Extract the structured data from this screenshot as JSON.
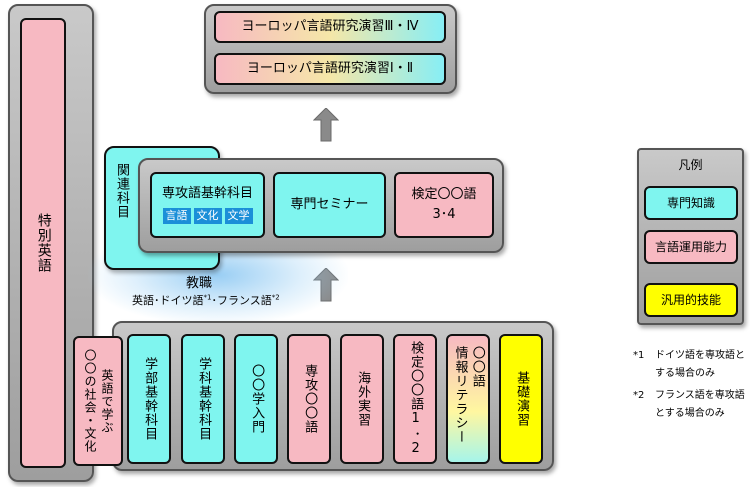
{
  "special_english": "特別英語",
  "top": {
    "row1": "ヨーロッパ言語研究演習Ⅲ・Ⅳ",
    "row2": "ヨーロッパ言語研究演習Ⅰ・Ⅱ"
  },
  "related": "関連科目",
  "middle": {
    "specialty_foundation": "専攻語基幹科目",
    "tags": [
      "言語",
      "文化",
      "文学"
    ],
    "seminar": "専門セミナー",
    "exam_line1": "検定〇〇語",
    "exam_line2": "3･4"
  },
  "teaching": {
    "title": "教職",
    "langs": "英語･ドイツ語",
    "sup1": "*1",
    "langs2": "･フランス語",
    "sup2": "*2"
  },
  "bottom": {
    "english_society": [
      "英語で学ぶ",
      "〇〇の社会・文化"
    ],
    "items": [
      {
        "label": "学部基幹科目",
        "color": "cyan"
      },
      {
        "label": "学科基幹科目",
        "color": "cyan"
      },
      {
        "label": "〇〇学入門",
        "color": "cyan"
      },
      {
        "label": "専攻〇〇語",
        "color": "pink"
      },
      {
        "label": "海外実習",
        "color": "pink"
      },
      {
        "label": "検定〇〇語1･2",
        "color": "pink"
      },
      {
        "label_lines": [
          "〇〇語",
          "情報リテラシー"
        ],
        "color": "mix"
      },
      {
        "label": "基礎演習",
        "color": "yellow"
      }
    ]
  },
  "legend": {
    "title": "凡例",
    "items": [
      "専門知識",
      "言語運用能力",
      "汎用的技能"
    ]
  },
  "notes": [
    {
      "mark": "*1",
      "lines": [
        "ドイツ語を専攻語と",
        "する場合のみ"
      ]
    },
    {
      "mark": "*2",
      "lines": [
        "フランス語を専攻語",
        "とする場合のみ"
      ]
    }
  ],
  "colors": {
    "cyan": "#7ff5ef",
    "pink": "#f7b9c2",
    "yellow": "#ffff00",
    "tag": "#1b8fd8"
  }
}
